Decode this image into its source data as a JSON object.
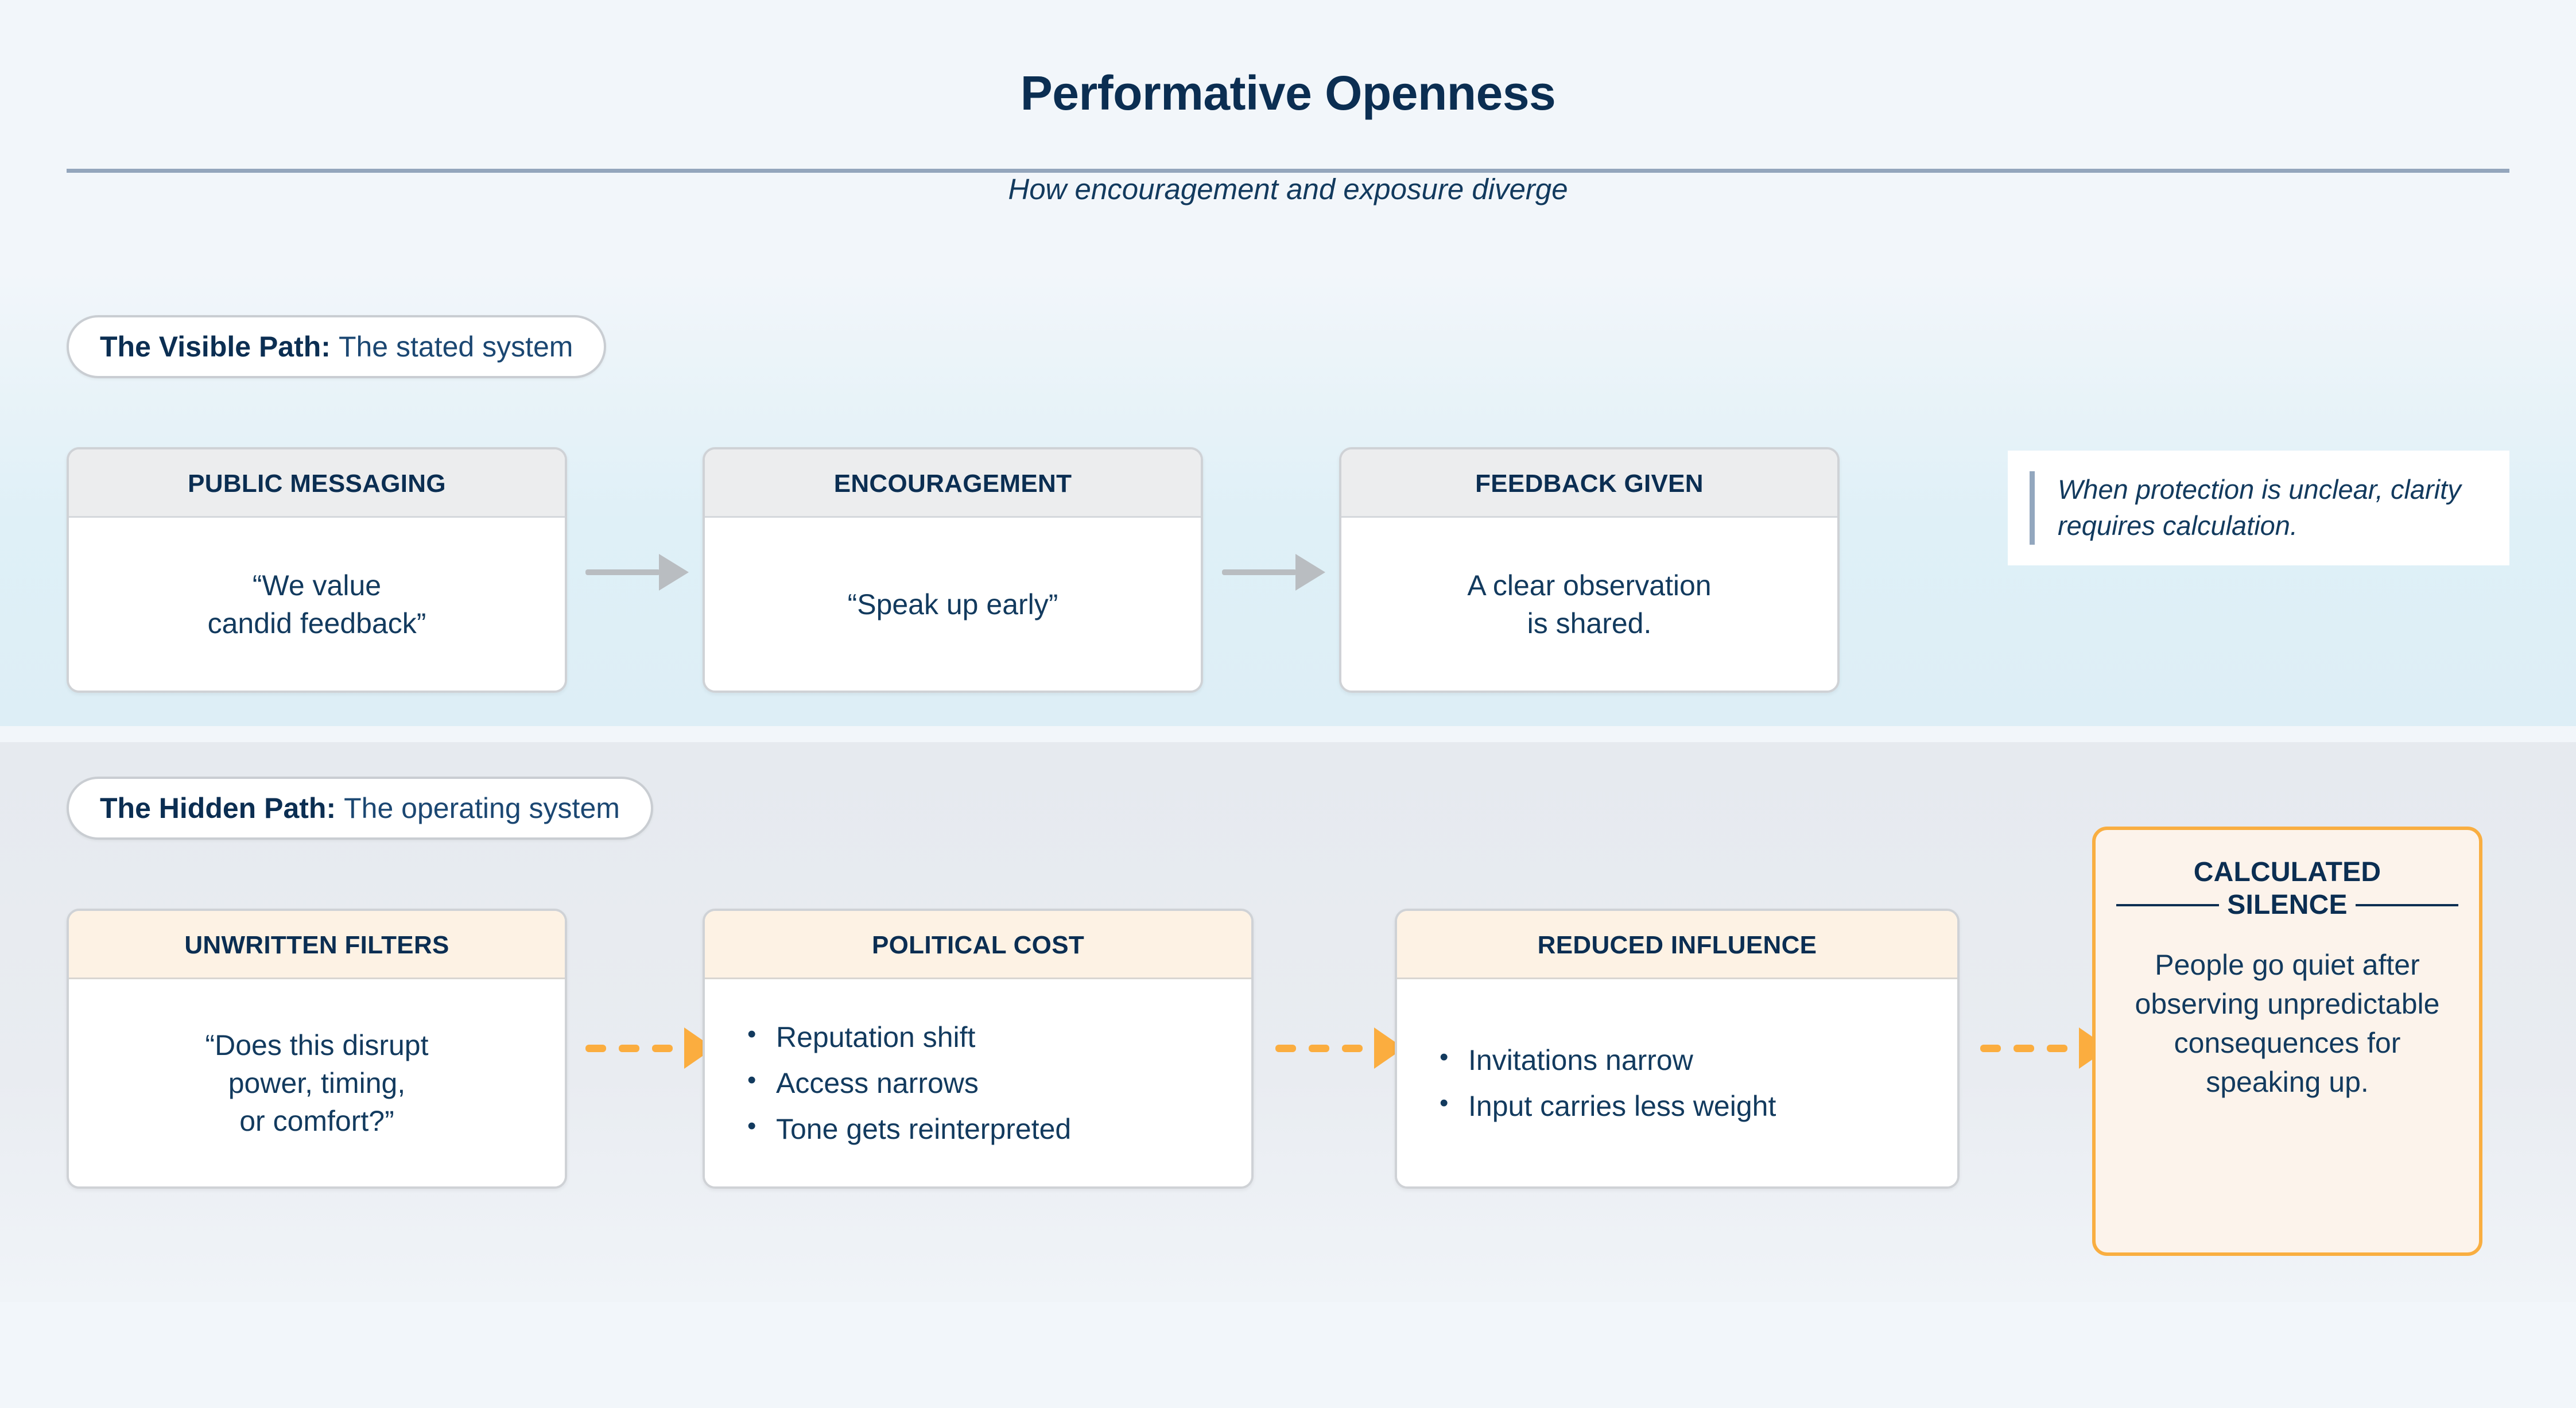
{
  "header": {
    "title": "Performative Openness",
    "subtitle": "How encouragement and exposure diverge"
  },
  "sections": {
    "visible": {
      "pill_strong": "The Visible Path:",
      "pill_rest": "The stated system",
      "cards": [
        {
          "title": "PUBLIC MESSAGING",
          "quote": "“We value\ncandid feedback”"
        },
        {
          "title": "ENCOURAGEMENT",
          "quote": "“Speak up early”"
        },
        {
          "title": "FEEDBACK GIVEN",
          "quote": "A clear observation\nis shared."
        }
      ]
    },
    "hidden": {
      "pill_strong": "The Hidden Path:",
      "pill_rest": "The operating system",
      "cards": [
        {
          "title": "UNWRITTEN FILTERS",
          "quote": "“Does this disrupt\npower, timing,\nor comfort?”"
        },
        {
          "title": "POLITICAL COST",
          "bullets": [
            "Reputation shift",
            "Access narrows",
            "Tone gets reinterpreted"
          ]
        },
        {
          "title": "REDUCED INFLUENCE",
          "bullets": [
            "Invitations narrow",
            "Input carries less weight"
          ]
        }
      ]
    }
  },
  "callout": {
    "text": "When protection is unclear, clarity requires calculation."
  },
  "outcome": {
    "title_line1": "CALCULATED",
    "title_line2": "SILENCE",
    "body": "People go quiet after observing unpredictable consequences for speaking up."
  },
  "colors": {
    "ink": "#0B2E52",
    "body_text": "#123A5E",
    "accent_orange": "#FBAD3F",
    "accent_steel": "#93A7BE",
    "band_visible": "#DDEEF6",
    "band_hidden": "#E6EAEF",
    "cream": "#FDF2E4",
    "arrow_grey": "#B9BDC1"
  }
}
